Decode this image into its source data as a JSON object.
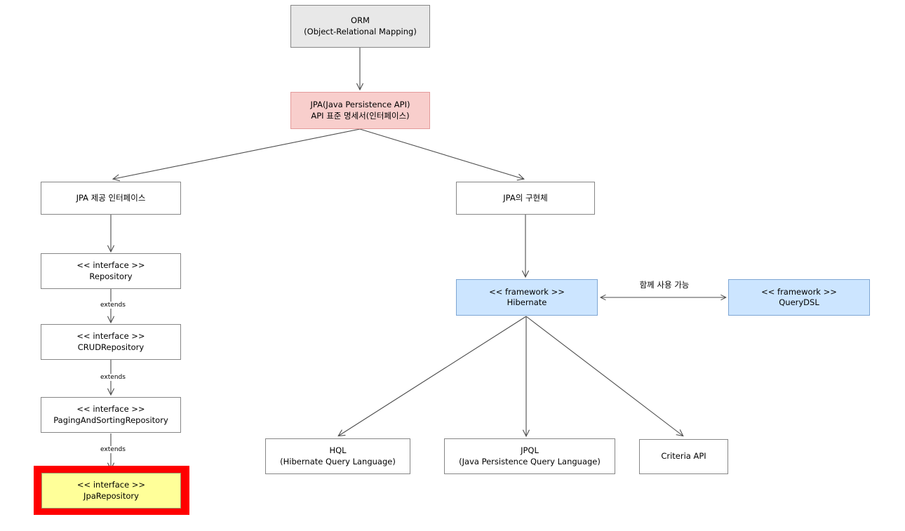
{
  "diagram": {
    "title": "JPA / ORM hierarchy diagram",
    "colors": {
      "orm_fill": "#e8e8e8",
      "jpa_fill": "#f8cecc",
      "framework_fill": "#cce5ff",
      "highlight_border": "#ff0000",
      "highlight_fill": "#ffff99",
      "plain_fill": "#ffffff",
      "stroke": "#868686"
    },
    "nodes": {
      "orm": {
        "line1": "ORM",
        "line2": "(Object-Relational Mapping)"
      },
      "jpa": {
        "line1": "JPA(Java Persistence API)",
        "line2": "API 표준 명세서(인터페이스)"
      },
      "jpa_interfaces": {
        "line1": "JPA 제공 인터페이스"
      },
      "jpa_impl": {
        "line1": "JPA의 구현체"
      },
      "repository": {
        "line1": "<< interface >>",
        "line2": "Repository"
      },
      "crud_repository": {
        "line1": "<< interface >>",
        "line2": "CRUDRepository"
      },
      "paging_repository": {
        "line1": "<< interface >>",
        "line2": "PagingAndSortingRepository"
      },
      "jpa_repository": {
        "line1": "<< interface >>",
        "line2": "JpaRepository"
      },
      "hibernate": {
        "line1": "<< framework >>",
        "line2": "Hibernate"
      },
      "querydsl": {
        "line1": "<< framework >>",
        "line2": "QueryDSL"
      },
      "hql": {
        "line1": "HQL",
        "line2": "(Hibernate Query Language)"
      },
      "jpql": {
        "line1": "JPQL",
        "line2": "(Java Persistence Query Language)"
      },
      "criteria_api": {
        "line1": "Criteria API"
      }
    },
    "edge_labels": {
      "extends_1": "extends",
      "extends_2": "extends",
      "extends_3": "extends",
      "together": "함께 사용 가능"
    }
  }
}
